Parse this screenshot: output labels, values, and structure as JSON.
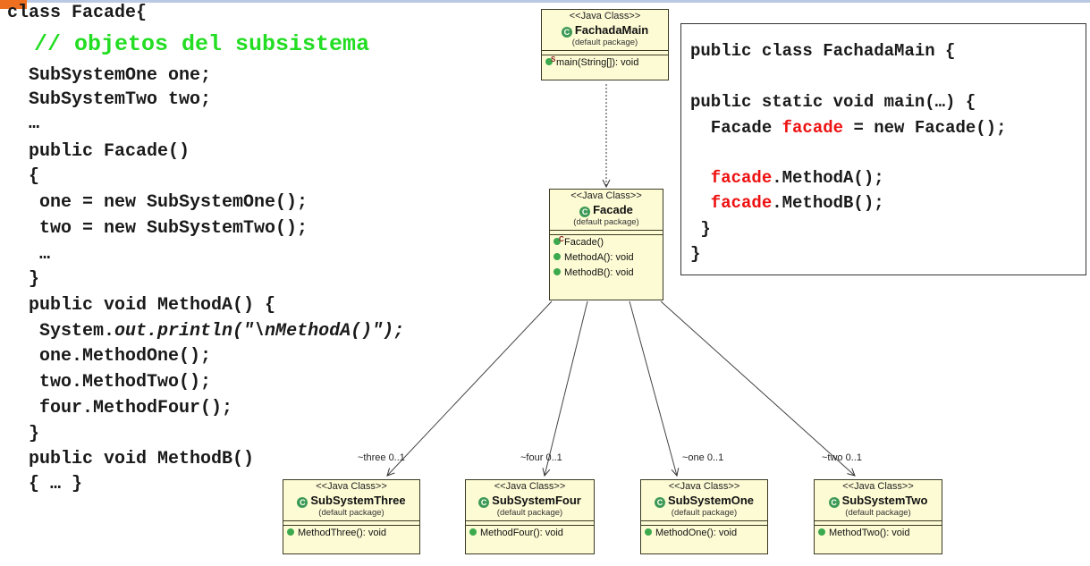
{
  "code_listing": [
    {
      "text": "class Facade{",
      "style": "plain"
    },
    {
      "text": "  // objetos del subsistema",
      "style": "comment"
    },
    {
      "text": "  SubSystemOne one;",
      "style": "plain"
    },
    {
      "text": "  SubSystemTwo two;",
      "style": "plain"
    },
    {
      "text": "  …",
      "style": "plain"
    },
    {
      "text": "  public Facade()",
      "style": "plain"
    },
    {
      "text": "  {",
      "style": "plain"
    },
    {
      "text": "   one = new SubSystemOne();",
      "style": "plain"
    },
    {
      "text": "   two = new SubSystemTwo();",
      "style": "plain"
    },
    {
      "text": "   …",
      "style": "plain"
    },
    {
      "text": "  }",
      "style": "plain"
    },
    {
      "text": "  public void MethodA() {",
      "style": "plain"
    },
    {
      "text": "   System.",
      "italic": "out.println(\"\\nMethodA()\");",
      "style": "mixed"
    },
    {
      "text": "   one.MethodOne();",
      "style": "plain"
    },
    {
      "text": "   two.MethodTwo();",
      "style": "plain"
    },
    {
      "text": "   four.MethodFour();",
      "style": "plain"
    },
    {
      "text": "  }",
      "style": "plain"
    },
    {
      "text": "  public void MethodB()",
      "style": "plain"
    },
    {
      "text": "  { … }",
      "style": "plain"
    }
  ],
  "main_code": {
    "line1": "public class FachadaMain {",
    "line2": "public static void main(…) {",
    "line3_pre": "  Facade ",
    "line3_red": "facade",
    "line3_post": " = new Facade();",
    "line4_red": "  facade",
    "line4_post": ".MethodA();",
    "line5_red": "  facade",
    "line5_post": ".MethodB();",
    "line6": " }",
    "line7": "}"
  },
  "uml": {
    "stereotype": "<<Java Class>>",
    "package": "(default package)",
    "fachada_main": {
      "name": "FachadaMain",
      "method": "main(String[]): void"
    },
    "facade": {
      "name": "Facade",
      "ctor": "Facade()",
      "methods": [
        "MethodA(): void",
        "MethodB(): void"
      ]
    },
    "subsystem_three": {
      "name": "SubSystemThree",
      "method": "MethodThree(): void",
      "role": "~three",
      "mult": "0..1"
    },
    "subsystem_four": {
      "name": "SubSystemFour",
      "method": "MethodFour(): void",
      "role": "~four",
      "mult": "0..1"
    },
    "subsystem_one": {
      "name": "SubSystemOne",
      "method": "MethodOne(): void",
      "role": "~one",
      "mult": "0..1"
    },
    "subsystem_two": {
      "name": "SubSystemTwo",
      "method": "MethodTwo(): void",
      "role": "~two",
      "mult": "0..1"
    }
  },
  "colors": {
    "comment": "#22dd22",
    "highlight": "#ee1111",
    "uml_fill": "#fdfbd4",
    "class_icon": "#3d9a54"
  }
}
